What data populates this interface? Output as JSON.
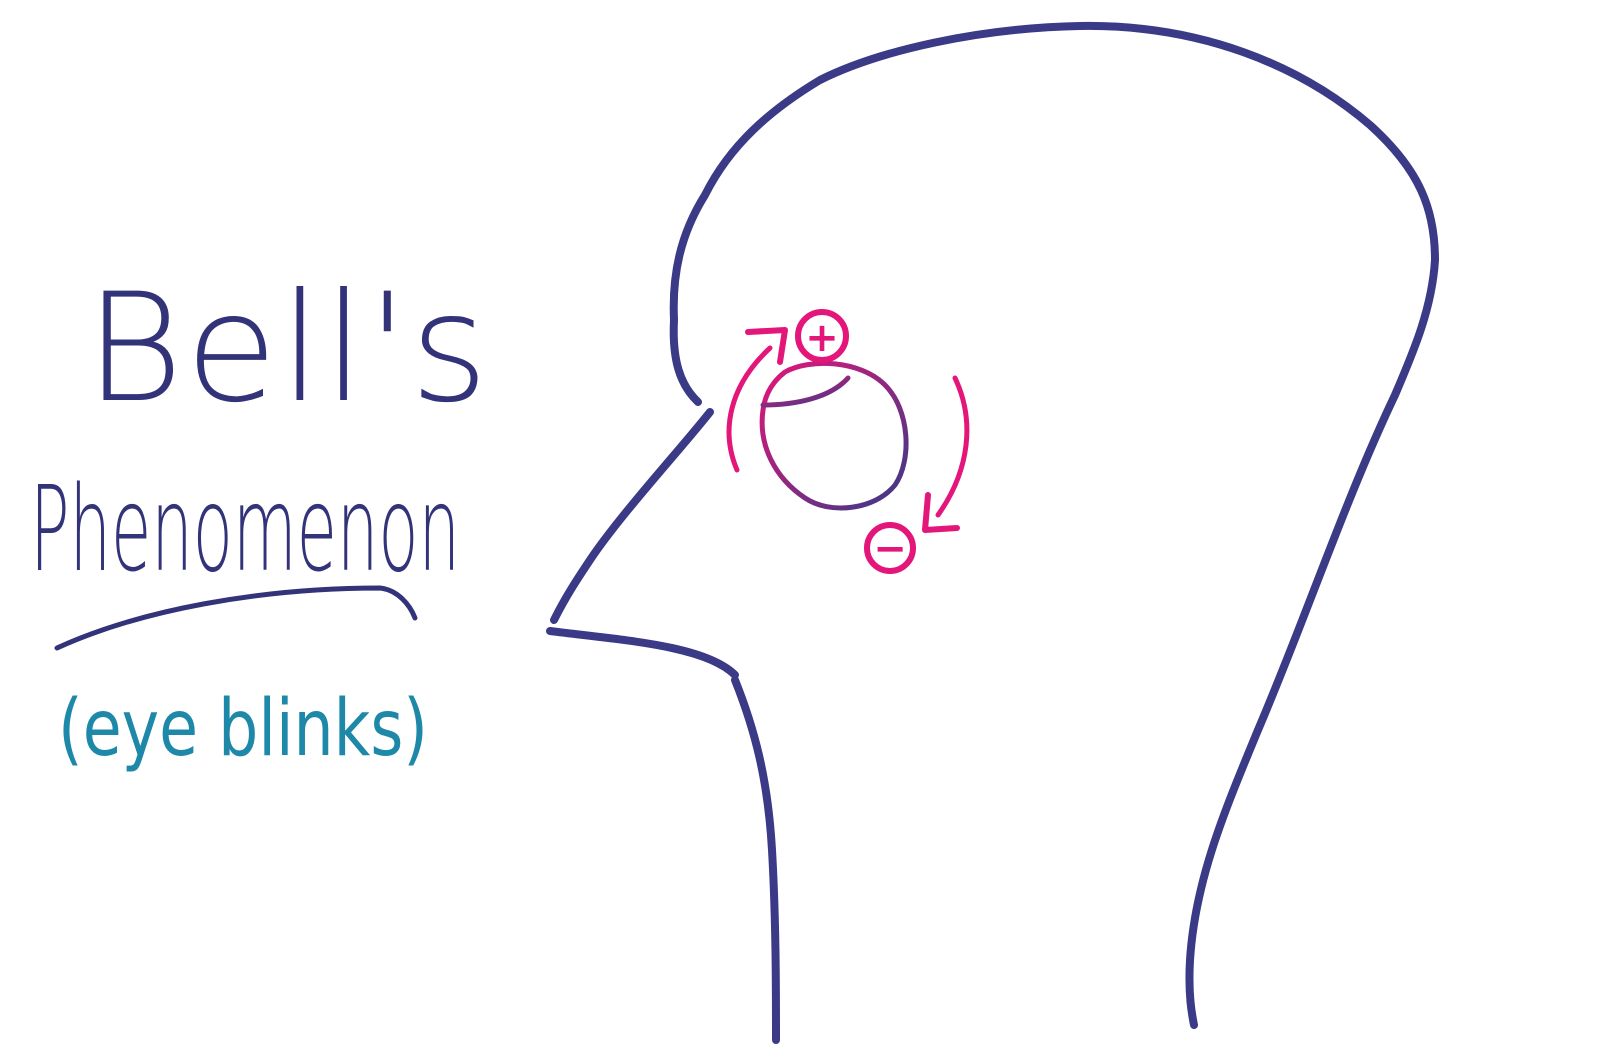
{
  "title_line1": "Bell's",
  "title_line2": "Phenomenon",
  "subtitle": "(eye blinks)",
  "plus_sign": "+",
  "minus_sign": "−",
  "colors": {
    "outline": "#3a3a86",
    "title": "#33337a",
    "subtitle": "#1e88a8",
    "accent": "#e3167a",
    "eye_gradient_start": "#e3167a",
    "eye_gradient_end": "#3a3a86",
    "background": "#ffffff"
  }
}
